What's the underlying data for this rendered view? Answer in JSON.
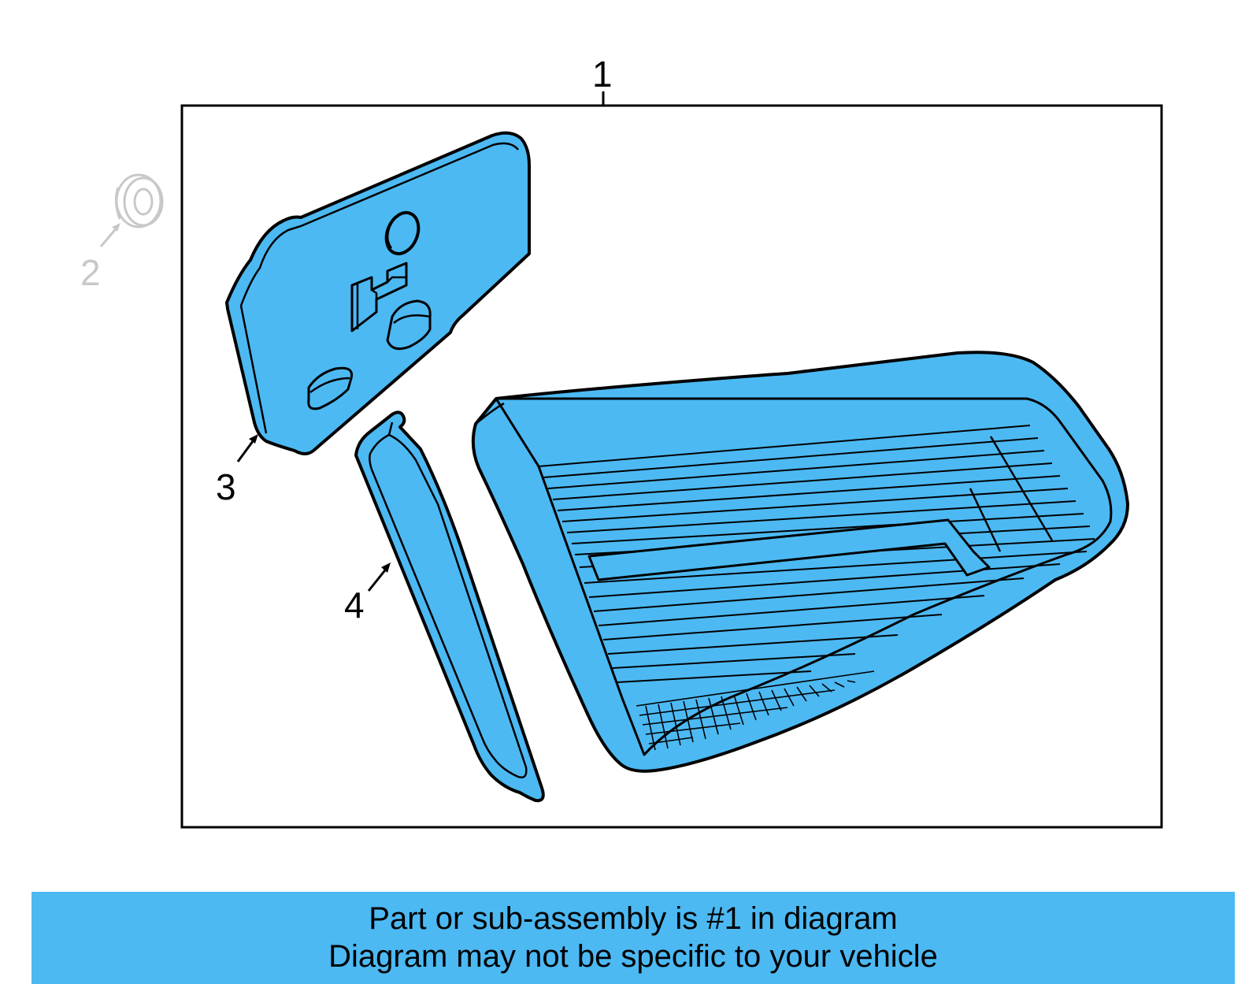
{
  "diagram": {
    "callouts": {
      "c1": "1",
      "c2": "2",
      "c3": "3",
      "c4": "4"
    },
    "colors": {
      "part_fill": "#4cb9f3",
      "outline": "#000000",
      "faded": "#c8c8c8"
    }
  },
  "banner": {
    "line1": "Part or sub-assembly is #1 in diagram",
    "line2": "Diagram may not be specific to your vehicle",
    "color": "#4cb9f3"
  }
}
